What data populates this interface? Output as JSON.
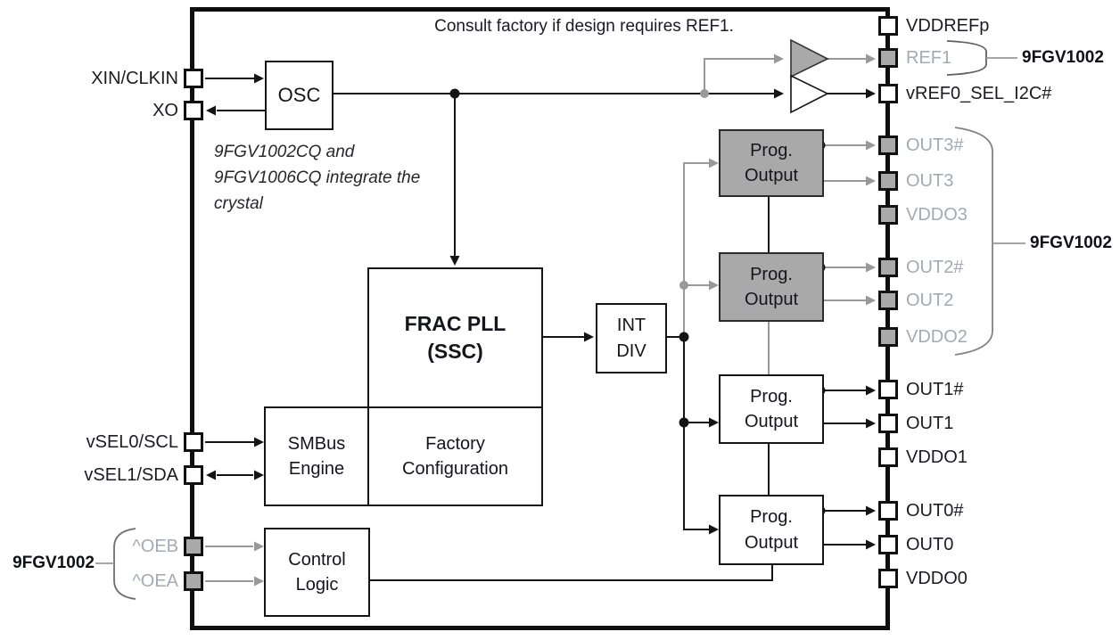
{
  "notes": {
    "top": "Consult factory if design requires REF1.",
    "crystal_line1": "9FGV1002CQ and",
    "crystal_line2": "9FGV1006CQ integrate the",
    "crystal_line3": "crystal"
  },
  "variant_labels": {
    "oe_bank": "9FGV1002",
    "ref1": "9FGV1002",
    "out_bank_23": "9FGV1002"
  },
  "blocks": {
    "osc": {
      "label": "OSC"
    },
    "frac_pll": {
      "line1": "FRAC PLL",
      "line2": "(SSC)"
    },
    "factory_config": {
      "line1": "Factory",
      "line2": "Configuration"
    },
    "smbus": {
      "line1": "SMBus",
      "line2": "Engine"
    },
    "control_logic": {
      "line1": "Control",
      "line2": "Logic"
    },
    "int_div": {
      "line1": "INT",
      "line2": "DIV"
    },
    "prog_output": {
      "line1": "Prog.",
      "line2": "Output"
    }
  },
  "left_pins": [
    {
      "label": "XIN/CLKIN"
    },
    {
      "label": "XO"
    },
    {
      "label": "vSEL0/SCL"
    },
    {
      "label": "vSEL1/SDA"
    },
    {
      "label": "^OEB"
    },
    {
      "label": "^OEA"
    }
  ],
  "right_pins": [
    {
      "label": "VDDREFp"
    },
    {
      "label": "REF1"
    },
    {
      "label": "vREF0_SEL_I2C#"
    },
    {
      "label": "OUT3#"
    },
    {
      "label": "OUT3"
    },
    {
      "label": "VDDO3"
    },
    {
      "label": "OUT2#"
    },
    {
      "label": "OUT2"
    },
    {
      "label": "VDDO2"
    },
    {
      "label": "OUT1#"
    },
    {
      "label": "OUT1"
    },
    {
      "label": "VDDO1"
    },
    {
      "label": "OUT0#"
    },
    {
      "label": "OUT0"
    },
    {
      "label": "VDDO0"
    }
  ],
  "colors": {
    "block_gray": "#a9a9a9",
    "gray_text": "#a3aab4",
    "gray_wire": "#999999",
    "wire_black": "#141414"
  }
}
